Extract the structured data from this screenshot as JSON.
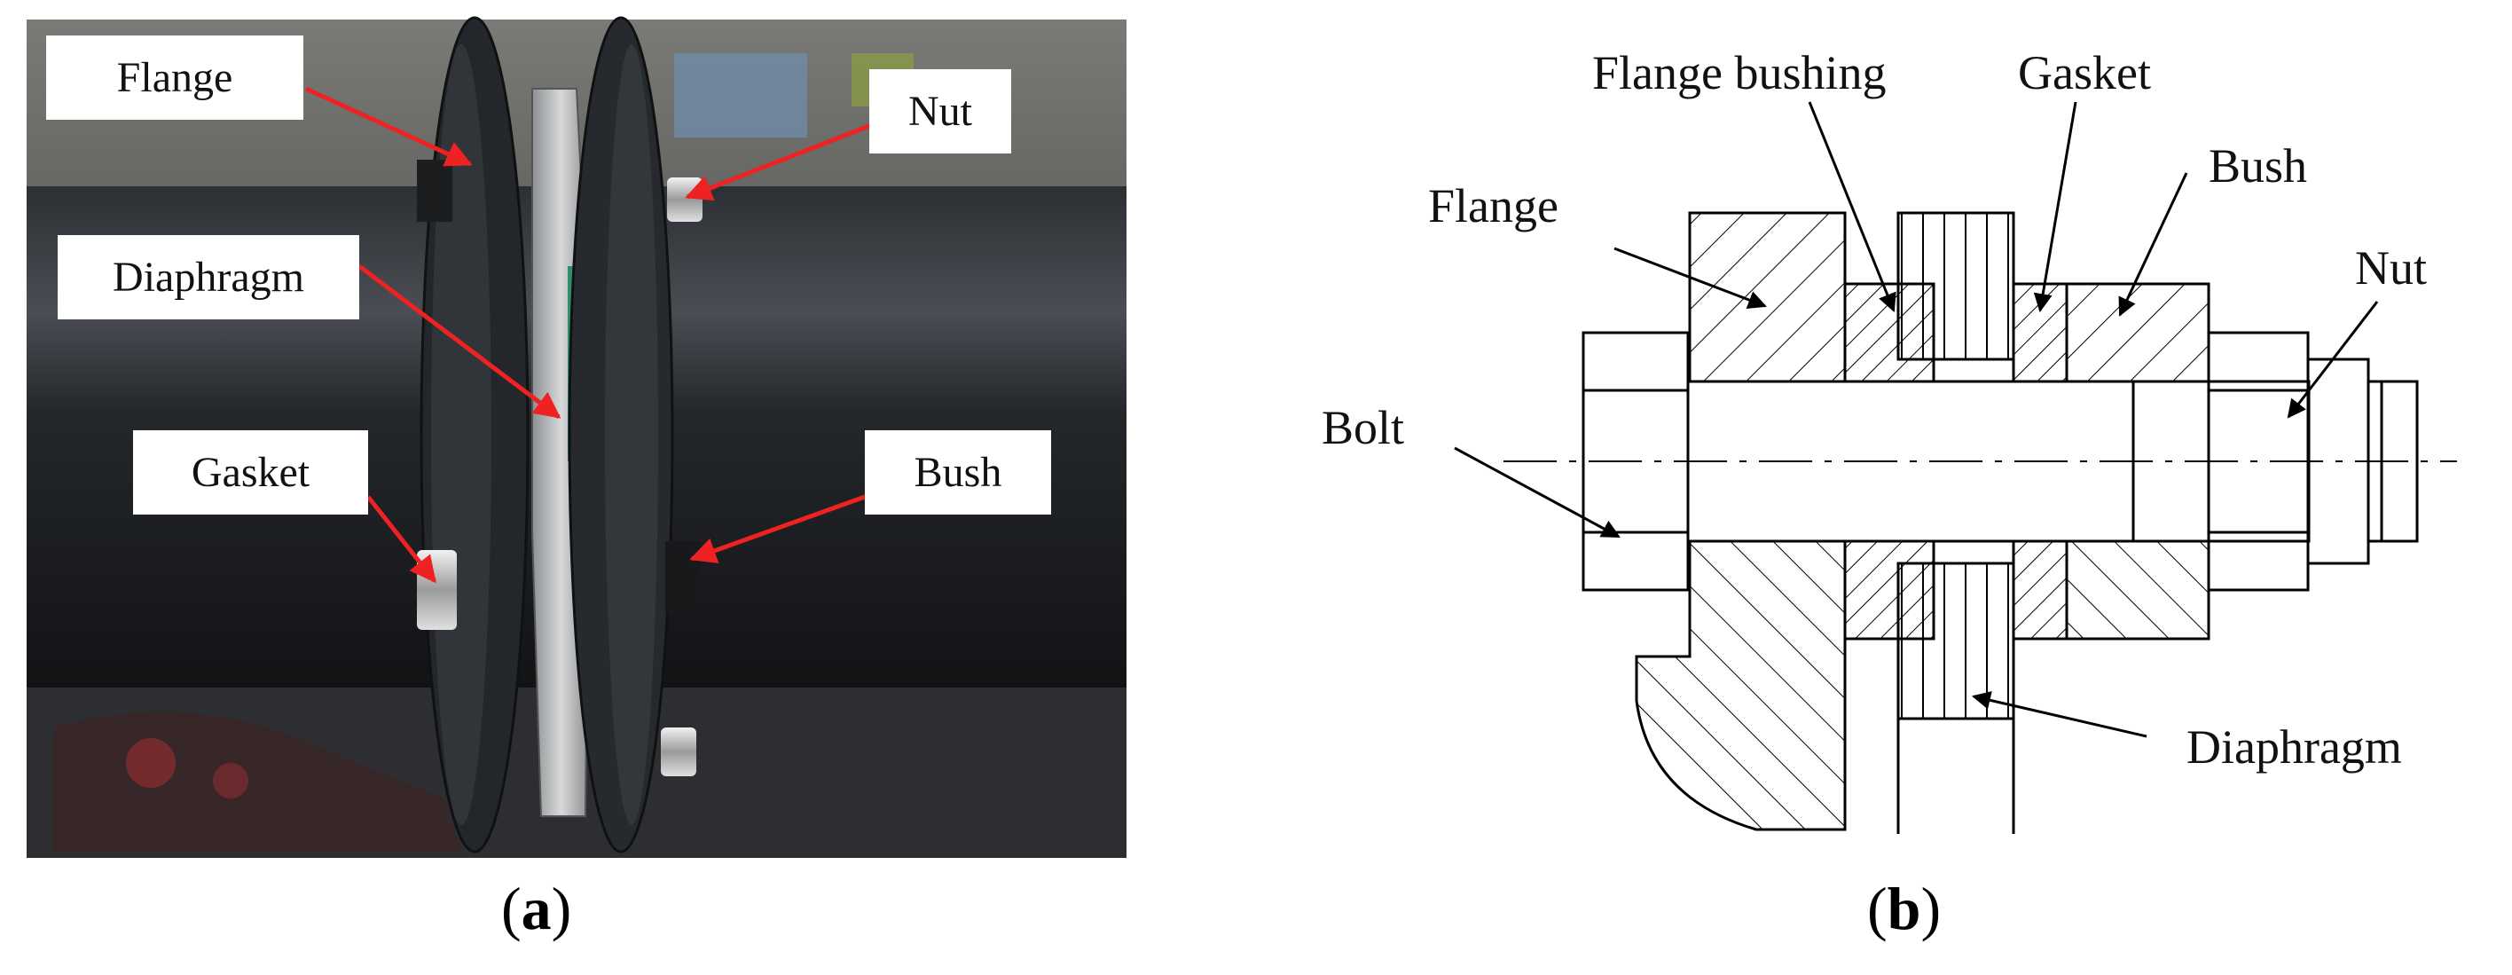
{
  "panel_a": {
    "labels": {
      "flange": "Flange",
      "nut": "Nut",
      "diaphragm": "Diaphragm",
      "gasket": "Gasket",
      "bush": "Bush"
    },
    "caption_letter": "a",
    "colors": {
      "pipe": "#1b1d20",
      "flange": "#262a2e",
      "diaphragm": "#b9bbbc",
      "arrow": "#ee2222"
    }
  },
  "panel_b": {
    "labels": {
      "flange_bushing": "Flange bushing",
      "gasket": "Gasket",
      "bush": "Bush",
      "flange": "Flange",
      "nut": "Nut",
      "bolt": "Bolt",
      "diaphragm": "Diaphragm"
    },
    "caption_letter": "b"
  }
}
